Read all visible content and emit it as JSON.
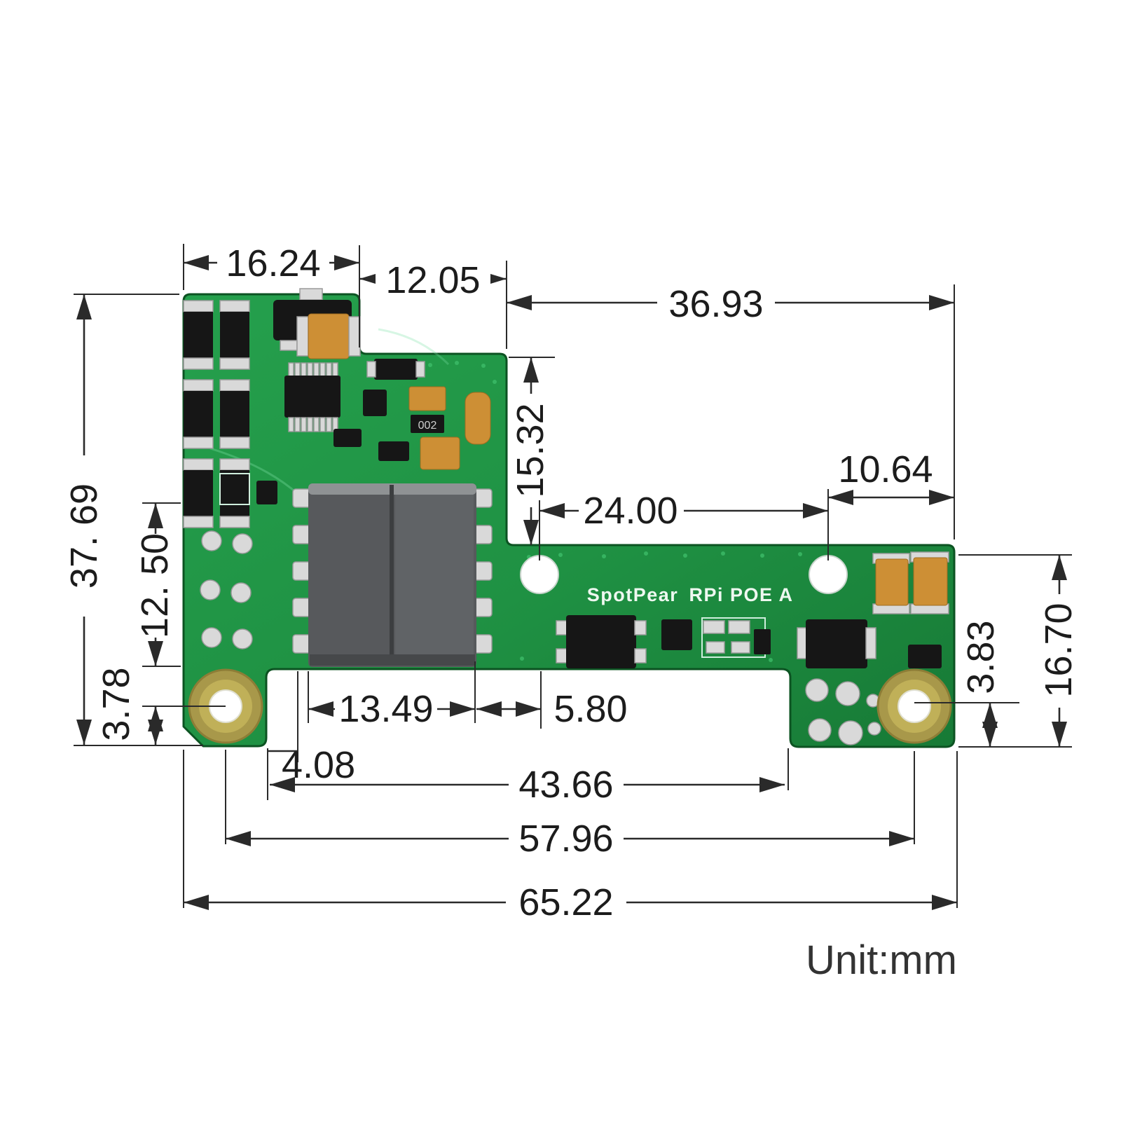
{
  "unit_label": "Unit:mm",
  "board": {
    "silkscreen_left": "SpotPear",
    "silkscreen_right": "RPi POE A",
    "resistor_label": "002",
    "pcb_color": "#1f9143",
    "pcb_edge_color": "#0c5322",
    "transformer_color": "#57595c",
    "mount_ring_color": "#a8984a",
    "capacitor_color": "#cd8f35",
    "dimension_line_color": "#2a2a2a"
  },
  "dimensions": {
    "d16_24": "16.24",
    "d12_05": "12.05",
    "d36_93": "36.93",
    "d15_32": "15.32",
    "d10_64": "10.64",
    "d24_00": "24.00",
    "d37_69": "37. 69",
    "d12_50": "12. 50",
    "d3_78": "3.78",
    "d13_49": "13.49",
    "d5_80": "5.80",
    "d4_08": "4.08",
    "d43_66": "43.66",
    "d57_96": "57.96",
    "d65_22": "65.22",
    "d16_70": "16.70",
    "d3_83": "3.83"
  }
}
